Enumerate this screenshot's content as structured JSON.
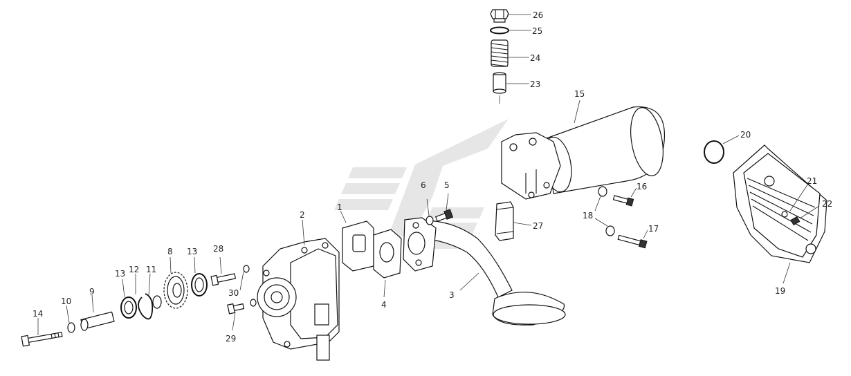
{
  "diagram": {
    "type": "exploded-parts-view",
    "callouts": [
      {
        "id": "c1",
        "label": "1"
      },
      {
        "id": "c2",
        "label": "2"
      },
      {
        "id": "c3",
        "label": "3"
      },
      {
        "id": "c4",
        "label": "4"
      },
      {
        "id": "c5",
        "label": "5"
      },
      {
        "id": "c6",
        "label": "6"
      },
      {
        "id": "c8",
        "label": "8"
      },
      {
        "id": "c9",
        "label": "9"
      },
      {
        "id": "c10",
        "label": "10"
      },
      {
        "id": "c11",
        "label": "11"
      },
      {
        "id": "c12",
        "label": "12"
      },
      {
        "id": "c13a",
        "label": "13"
      },
      {
        "id": "c13b",
        "label": "13"
      },
      {
        "id": "c14",
        "label": "14"
      },
      {
        "id": "c15",
        "label": "15"
      },
      {
        "id": "c16",
        "label": "16"
      },
      {
        "id": "c17",
        "label": "17"
      },
      {
        "id": "c18",
        "label": "18"
      },
      {
        "id": "c19",
        "label": "19"
      },
      {
        "id": "c20",
        "label": "20"
      },
      {
        "id": "c21",
        "label": "21"
      },
      {
        "id": "c22",
        "label": "22"
      },
      {
        "id": "c23",
        "label": "23"
      },
      {
        "id": "c24",
        "label": "24"
      },
      {
        "id": "c25",
        "label": "25"
      },
      {
        "id": "c26",
        "label": "26"
      },
      {
        "id": "c27",
        "label": "27"
      },
      {
        "id": "c28",
        "label": "28"
      },
      {
        "id": "c29",
        "label": "29"
      },
      {
        "id": "c30",
        "label": "30"
      }
    ],
    "colors": {
      "line": "#111111",
      "watermark": "#e3e3e3",
      "label": "#222222"
    }
  }
}
